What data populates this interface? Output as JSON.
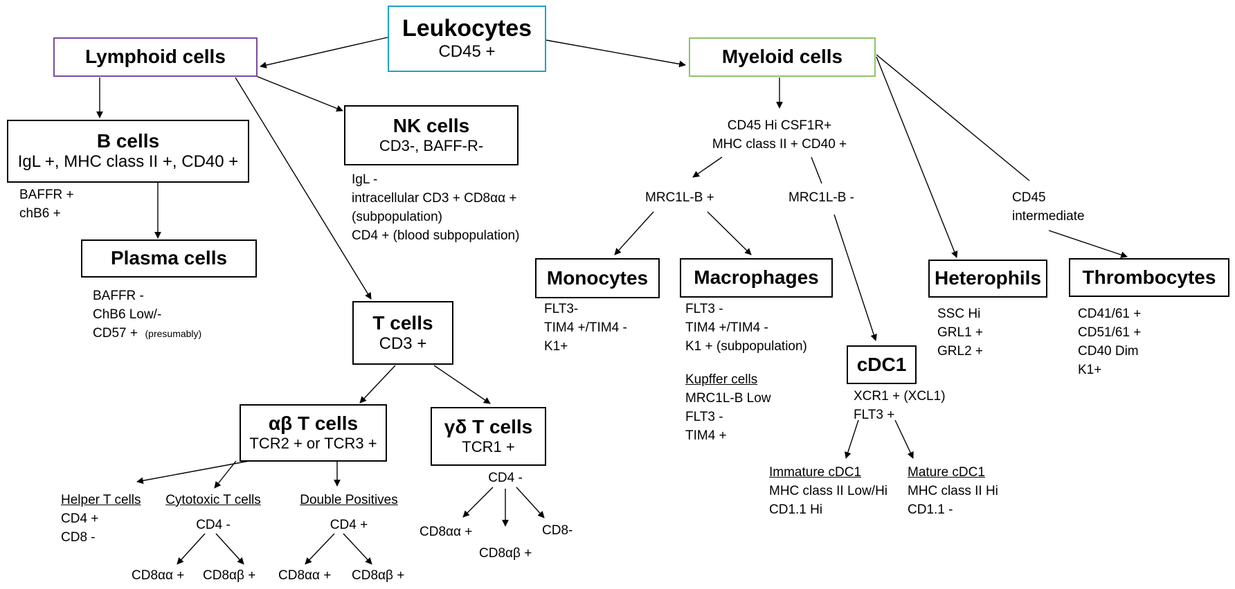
{
  "colors": {
    "leukocytes_border": "#1aa3c9",
    "lymphoid_border": "#7a4a9e",
    "myeloid_border": "#8cc468",
    "default_border": "#000000"
  },
  "nodes": {
    "leukocytes": {
      "title": "Leukocytes",
      "marker": "CD45 +"
    },
    "lymphoid": {
      "title": "Lymphoid cells"
    },
    "myeloid": {
      "title": "Myeloid cells"
    },
    "bcells": {
      "title": "B cells",
      "marker": "IgL +, MHC class II +, CD40 +"
    },
    "nkcells": {
      "title": "NK cells",
      "marker": "CD3-, BAFF-R-"
    },
    "plasma": {
      "title": "Plasma cells"
    },
    "tcells": {
      "title": "T cells",
      "marker": "CD3 +"
    },
    "ab_t": {
      "title": "αβ T cells",
      "marker": "TCR2 + or TCR3 +"
    },
    "gd_t": {
      "title": "γδ T cells",
      "marker": "TCR1 +"
    },
    "monocytes": {
      "title": "Monocytes"
    },
    "macrophages": {
      "title": "Macrophages"
    },
    "heterophils": {
      "title": "Heterophils"
    },
    "thrombocytes": {
      "title": "Thrombocytes"
    },
    "cdc1": {
      "title": "cDC1"
    }
  },
  "labels": {
    "bcells_extra": [
      "BAFFR +",
      "chB6 +"
    ],
    "nk_extra": [
      "IgL -",
      "intracellular CD3 + CD8αα +",
      "(subpopulation)",
      "CD4 + (blood subpopulation)"
    ],
    "plasma_extra": [
      "BAFFR -",
      "ChB6 Low/-",
      "CD57 +"
    ],
    "plasma_note": "(presumably)",
    "myeloid_mid": [
      "CD45 Hi CSF1R+",
      "MHC class II + CD40 +"
    ],
    "mrc_pos": "MRC1L-B +",
    "mrc_neg": "MRC1L-B -",
    "cd45_int": [
      "CD45",
      "intermediate"
    ],
    "mono_extra": [
      "FLT3-",
      "TIM4 +/TIM4 -",
      "K1+"
    ],
    "macro_extra": [
      "FLT3 -",
      "TIM4 +/TIM4 -",
      "K1 + (subpopulation)"
    ],
    "kupffer_title": "Kupffer cells",
    "kupffer_extra": [
      "MRC1L-B Low",
      "FLT3 -",
      "TIM4 +"
    ],
    "hetero_extra": [
      "SSC Hi",
      "GRL1 +",
      "GRL2 +"
    ],
    "thrombo_extra": [
      "CD41/61 +",
      "CD51/61 +",
      "CD40 Dim",
      "K1+"
    ],
    "cdc1_extra": [
      "XCR1 + (XCL1)",
      "FLT3 +"
    ],
    "imm_cdc1_title": "Immature cDC1",
    "imm_cdc1_extra": [
      "MHC class II Low/Hi",
      "CD1.1 Hi"
    ],
    "mat_cdc1_title": "Mature cDC1",
    "mat_cdc1_extra": [
      "MHC class II Hi",
      "CD1.1 -"
    ],
    "helper_title": "Helper T cells",
    "helper_extra": [
      "CD4 +",
      "CD8 -"
    ],
    "cyto_title": "Cytotoxic T cells",
    "cyto_cd4": "CD4 -",
    "dp_title": "Double Positives",
    "dp_cd4": "CD4 +",
    "gd_cd4": "CD4 -",
    "cyto_aa": "CD8αα +",
    "cyto_ab": "CD8αβ +",
    "dp_aa": "CD8αα +",
    "dp_ab": "CD8αβ +",
    "gd_aa": "CD8αα +",
    "gd_ab": "CD8αβ +",
    "gd_neg": "CD8-"
  }
}
